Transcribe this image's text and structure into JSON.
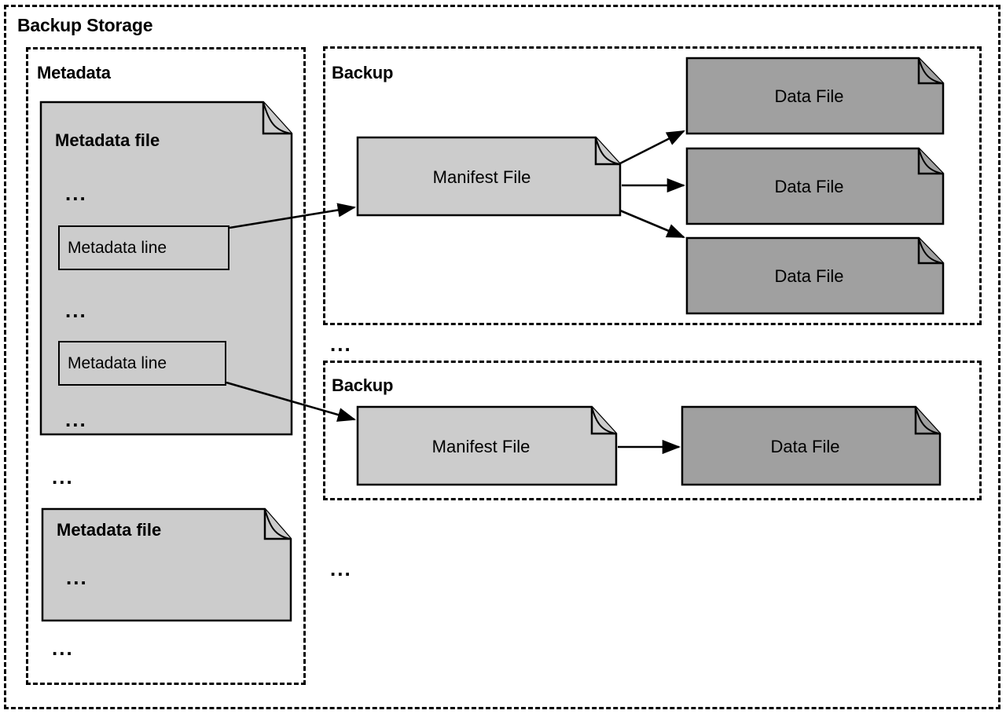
{
  "diagram": {
    "title": "Backup Storage",
    "colors": {
      "page_fill_light": "#cccccc",
      "page_fill_dark": "#a0a0a0",
      "stroke": "#000000",
      "background": "#ffffff"
    },
    "ellipsis_glyph": "...",
    "groups": {
      "metadata": {
        "title": "Metadata",
        "files": [
          {
            "title": "Metadata file",
            "ellipsis_top": "...",
            "lines": [
              {
                "label": "Metadata line"
              },
              {
                "label": "Metadata line"
              }
            ],
            "ellipsis_middle": "...",
            "ellipsis_bottom": "..."
          },
          {
            "title": "Metadata file",
            "ellipsis_inner": "..."
          }
        ],
        "ellipsis_between_files": "...",
        "ellipsis_after_files": "..."
      },
      "backup_one": {
        "title": "Backup",
        "manifest": {
          "label": "Manifest File"
        },
        "data_files": [
          {
            "label": "Data File"
          },
          {
            "label": "Data File"
          },
          {
            "label": "Data File"
          }
        ]
      },
      "backup_two": {
        "title": "Backup",
        "manifest": {
          "label": "Manifest File"
        },
        "data_files": [
          {
            "label": "Data File"
          }
        ]
      },
      "ellipsis_between_backups": "...",
      "ellipsis_after_backups": "..."
    }
  }
}
